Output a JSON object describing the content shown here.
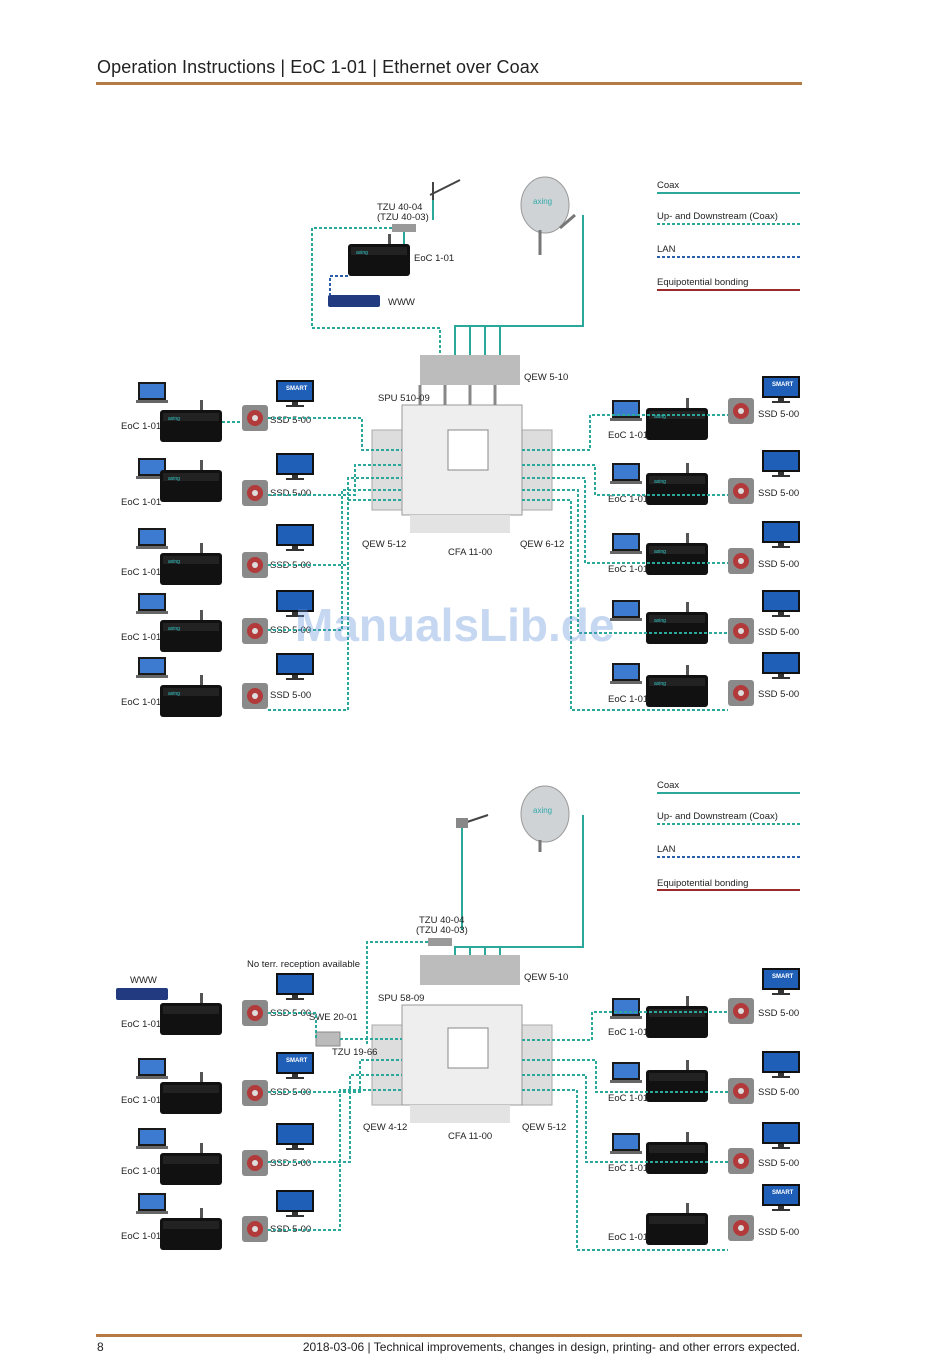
{
  "header": {
    "title": "Operation Instructions | EoC 1-01 | Ethernet over Coax"
  },
  "footer": {
    "page_number": "8",
    "note": "2018-03-06 | Technical improvements, changes in design, printing- and other errors expected."
  },
  "watermark": "ManualsLib.de",
  "legend": {
    "coax": "Coax",
    "updown": "Up- and Downstream (Coax)",
    "lan": "LAN",
    "bonding": "Equipotential bonding"
  },
  "colors": {
    "coax": "#2aa89a",
    "updown": "#2aa89a",
    "lan": "#2a5ea8",
    "bonding": "#9b2a2a",
    "accent": "#b67a45"
  },
  "labels": {
    "eoc": "EoC 1-01",
    "ssd": "SSD 5-00",
    "tv": "TV",
    "smart_tv": "SMART TV",
    "www": "WWW",
    "cfa": "CFA 11-00",
    "qew510": "QEW 5-10",
    "dish_brand": "axing"
  },
  "diagram1": {
    "tzu": "TZU 40-04",
    "tzu_alt": "(TZU 40-03)",
    "spu": "SPU 510-09",
    "qew_left": "QEW 5-12",
    "qew_right": "QEW 6-12"
  },
  "diagram2": {
    "tzu": "TZU 40-04",
    "tzu_alt": "(TZU 40-03)",
    "spu": "SPU 58-09",
    "qew_left": "QEW 4-12",
    "qew_right": "QEW 5-12",
    "no_terr": "No terr. reception available",
    "swe": "SWE 20-01",
    "tzu1966": "TZU 19-66"
  }
}
